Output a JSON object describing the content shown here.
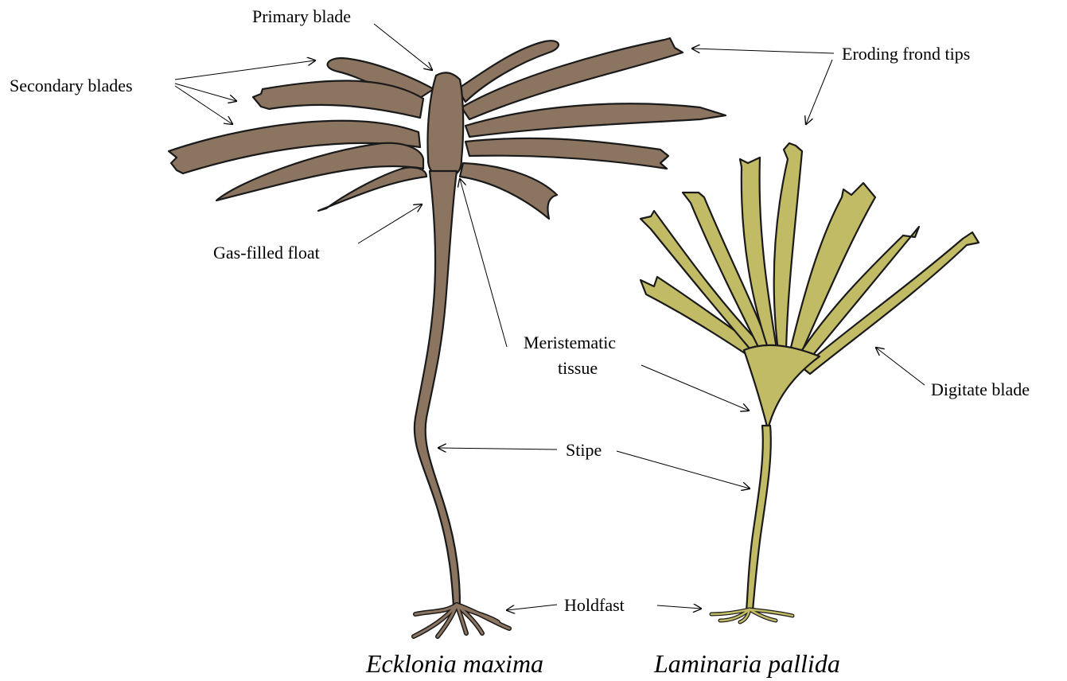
{
  "labels": {
    "primary_blade": "Primary blade",
    "secondary_blades": "Secondary blades",
    "eroding_frond_tips": "Eroding frond tips",
    "gas_filled_float": "Gas-filled float",
    "meristematic_tissue_line1": "Meristematic",
    "meristematic_tissue_line2": "tissue",
    "digitate_blade": "Digitate blade",
    "stipe": "Stipe",
    "holdfast": "Holdfast"
  },
  "species": {
    "left": "Ecklonia maxima",
    "right": "Laminaria pallida"
  },
  "colors": {
    "ecklonia_fill": "#8c7560",
    "laminaria_fill": "#c2bb66",
    "outline": "#1a1a1a"
  }
}
